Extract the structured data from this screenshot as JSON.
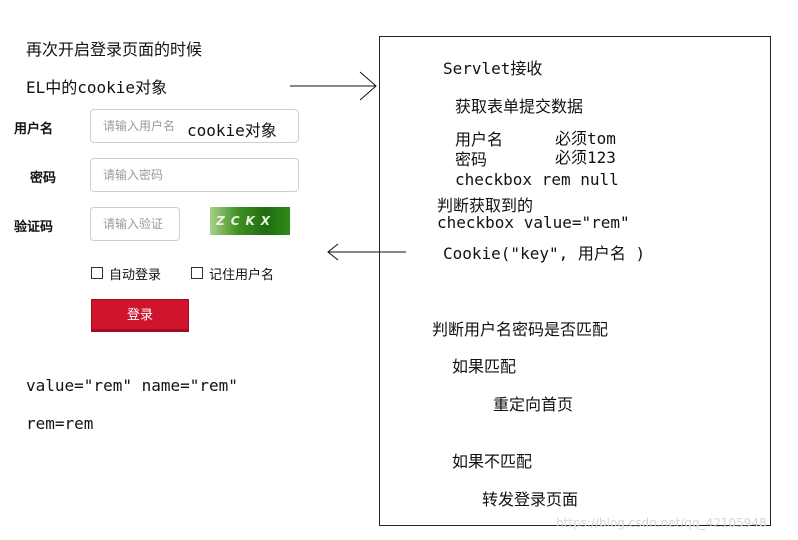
{
  "left_notes": {
    "reopen": "再次开启登录页面的时候",
    "el_cookie": "EL中的cookie对象"
  },
  "login_form": {
    "username_label": "用户名",
    "username_placeholder": "请输入用户名",
    "username_overlay": "cookie对象",
    "password_label": "密码",
    "password_placeholder": "请输入密码",
    "captcha_label": "验证码",
    "captcha_placeholder": "请输入验证",
    "captcha_text": "ZCKX",
    "auto_login_label": "自动登录",
    "remember_user_label": "记住用户名",
    "login_button": "登录"
  },
  "code_notes": {
    "value_name": "value=\"rem\" name=\"rem\"",
    "rem_eq": "rem=rem"
  },
  "servlet": {
    "title": "Servlet接收",
    "get_form": "获取表单提交数据",
    "username_line": "用户名",
    "username_required": "必须tom",
    "password_line": "密码",
    "password_required": "必须123",
    "checkbox_line": "checkbox rem  null",
    "judge_checkbox": "判断获取到的",
    "checkbox_value": "checkbox  value=\"rem\"",
    "cookie_line": "Cookie(\"key\",  用户名  )",
    "judge_match": "判断用户名密码是否匹配",
    "if_match": "如果匹配",
    "redirect": "重定向首页",
    "if_not_match": "如果不匹配",
    "forward": "转发登录页面"
  },
  "watermark": "https://blog.csdn.net/qq_42105948",
  "colors": {
    "login_button": "#d0142c",
    "captcha": "#2e8a1a"
  }
}
